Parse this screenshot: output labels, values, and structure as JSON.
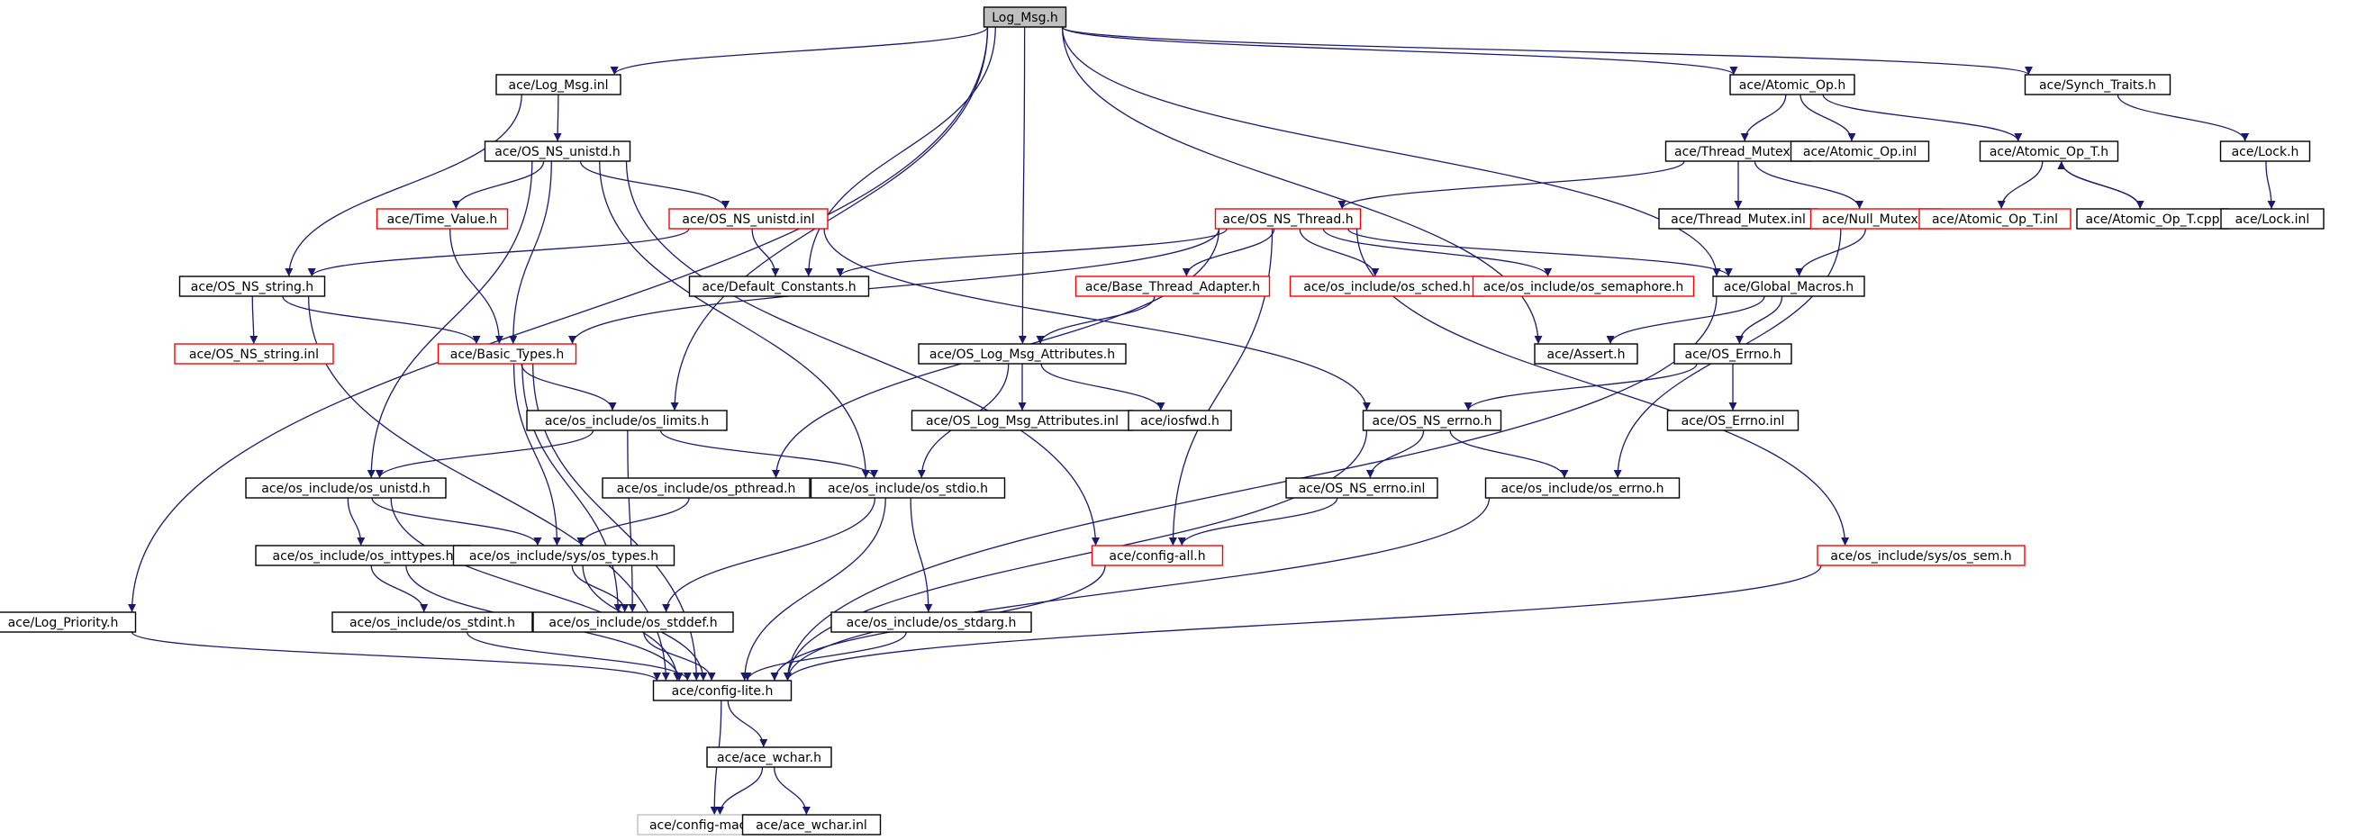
{
  "colors": {
    "edge": "#191970",
    "border_normal": "#000000",
    "border_truncated": "#ff0000",
    "border_undocumented": "#bfbfbf",
    "root_fill": "#bfbfbf",
    "fill": "#ffffff"
  },
  "nodes": [
    {
      "id": "n0",
      "label": "Log_Msg.h",
      "style": "root"
    },
    {
      "id": "n1",
      "label": "ace/Log_Msg.inl",
      "style": "normal"
    },
    {
      "id": "n2",
      "label": "ace/Atomic_Op.h",
      "style": "normal"
    },
    {
      "id": "n3",
      "label": "ace/Synch_Traits.h",
      "style": "normal"
    },
    {
      "id": "n4",
      "label": "ace/OS_NS_unistd.h",
      "style": "normal"
    },
    {
      "id": "n5",
      "label": "ace/Thread_Mutex.h",
      "style": "normal"
    },
    {
      "id": "n6",
      "label": "ace/Atomic_Op.inl",
      "style": "normal"
    },
    {
      "id": "n7",
      "label": "ace/Atomic_Op_T.h",
      "style": "normal"
    },
    {
      "id": "n8",
      "label": "ace/Lock.h",
      "style": "normal"
    },
    {
      "id": "n9",
      "label": "ace/Time_Value.h",
      "style": "truncated"
    },
    {
      "id": "n10",
      "label": "ace/OS_NS_unistd.inl",
      "style": "truncated"
    },
    {
      "id": "n11",
      "label": "ace/OS_NS_Thread.h",
      "style": "truncated"
    },
    {
      "id": "n12",
      "label": "ace/Thread_Mutex.inl",
      "style": "normal"
    },
    {
      "id": "n13",
      "label": "ace/Null_Mutex.h",
      "style": "truncated"
    },
    {
      "id": "n14",
      "label": "ace/Atomic_Op_T.inl",
      "style": "truncated"
    },
    {
      "id": "n15",
      "label": "ace/Atomic_Op_T.cpp",
      "style": "normal"
    },
    {
      "id": "n16",
      "label": "ace/Lock.inl",
      "style": "normal"
    },
    {
      "id": "n17",
      "label": "ace/OS_NS_string.h",
      "style": "normal"
    },
    {
      "id": "n18",
      "label": "ace/Default_Constants.h",
      "style": "normal"
    },
    {
      "id": "n19",
      "label": "ace/Base_Thread_Adapter.h",
      "style": "truncated"
    },
    {
      "id": "n20",
      "label": "ace/os_include/os_sched.h",
      "style": "truncated"
    },
    {
      "id": "n21",
      "label": "ace/os_include/os_semaphore.h",
      "style": "truncated"
    },
    {
      "id": "n22",
      "label": "ace/Global_Macros.h",
      "style": "normal"
    },
    {
      "id": "n23",
      "label": "ace/OS_NS_string.inl",
      "style": "truncated"
    },
    {
      "id": "n24",
      "label": "ace/Basic_Types.h",
      "style": "truncated"
    },
    {
      "id": "n25",
      "label": "ace/OS_Log_Msg_Attributes.h",
      "style": "normal"
    },
    {
      "id": "n26",
      "label": "ace/Assert.h",
      "style": "normal"
    },
    {
      "id": "n27",
      "label": "ace/OS_Errno.h",
      "style": "normal"
    },
    {
      "id": "n28",
      "label": "ace/os_include/os_limits.h",
      "style": "normal"
    },
    {
      "id": "n29",
      "label": "ace/OS_Log_Msg_Attributes.inl",
      "style": "normal"
    },
    {
      "id": "n30",
      "label": "ace/iosfwd.h",
      "style": "normal"
    },
    {
      "id": "n31",
      "label": "ace/OS_NS_errno.h",
      "style": "normal"
    },
    {
      "id": "n32",
      "label": "ace/OS_Errno.inl",
      "style": "normal"
    },
    {
      "id": "n33",
      "label": "ace/os_include/os_unistd.h",
      "style": "normal"
    },
    {
      "id": "n34",
      "label": "ace/os_include/os_pthread.h",
      "style": "normal"
    },
    {
      "id": "n35",
      "label": "ace/os_include/os_stdio.h",
      "style": "normal"
    },
    {
      "id": "n36",
      "label": "ace/OS_NS_errno.inl",
      "style": "normal"
    },
    {
      "id": "n37",
      "label": "ace/os_include/os_errno.h",
      "style": "normal"
    },
    {
      "id": "n38",
      "label": "ace/os_include/os_inttypes.h",
      "style": "normal"
    },
    {
      "id": "n39",
      "label": "ace/os_include/sys/os_types.h",
      "style": "normal"
    },
    {
      "id": "n40",
      "label": "ace/config-all.h",
      "style": "truncated"
    },
    {
      "id": "n41",
      "label": "ace/os_include/sys/os_sem.h",
      "style": "truncated"
    },
    {
      "id": "n42",
      "label": "ace/Log_Priority.h",
      "style": "normal"
    },
    {
      "id": "n43",
      "label": "ace/os_include/os_stdint.h",
      "style": "normal"
    },
    {
      "id": "n44",
      "label": "ace/os_include/os_stddef.h",
      "style": "normal"
    },
    {
      "id": "n45",
      "label": "ace/os_include/os_stdarg.h",
      "style": "normal"
    },
    {
      "id": "n46",
      "label": "ace/config-lite.h",
      "style": "normal"
    },
    {
      "id": "n47",
      "label": "ace/ace_wchar.h",
      "style": "normal"
    },
    {
      "id": "n48",
      "label": "ace/config-macros.h",
      "style": "undocumented"
    },
    {
      "id": "n49",
      "label": "ace/ace_wchar.inl",
      "style": "normal"
    }
  ],
  "edges": [
    [
      "n0",
      "n1"
    ],
    [
      "n0",
      "n2"
    ],
    [
      "n0",
      "n3"
    ],
    [
      "n0",
      "n42"
    ],
    [
      "n0",
      "n18"
    ],
    [
      "n0",
      "n25"
    ],
    [
      "n0",
      "n26"
    ],
    [
      "n0",
      "n28"
    ],
    [
      "n0",
      "n22"
    ],
    [
      "n1",
      "n4"
    ],
    [
      "n1",
      "n17"
    ],
    [
      "n4",
      "n9"
    ],
    [
      "n4",
      "n10"
    ],
    [
      "n4",
      "n24"
    ],
    [
      "n4",
      "n33"
    ],
    [
      "n4",
      "n35"
    ],
    [
      "n4",
      "n40"
    ],
    [
      "n9",
      "n24"
    ],
    [
      "n10",
      "n17"
    ],
    [
      "n10",
      "n18"
    ],
    [
      "n10",
      "n31"
    ],
    [
      "n17",
      "n23"
    ],
    [
      "n17",
      "n24"
    ],
    [
      "n17",
      "n46"
    ],
    [
      "n2",
      "n5"
    ],
    [
      "n2",
      "n6"
    ],
    [
      "n2",
      "n7"
    ],
    [
      "n5",
      "n11"
    ],
    [
      "n5",
      "n12"
    ],
    [
      "n5",
      "n13"
    ],
    [
      "n7",
      "n14"
    ],
    [
      "n7",
      "n15"
    ],
    [
      "n15",
      "n7"
    ],
    [
      "n3",
      "n8"
    ],
    [
      "n8",
      "n16"
    ],
    [
      "n13",
      "n22"
    ],
    [
      "n13",
      "n37"
    ],
    [
      "n11",
      "n18"
    ],
    [
      "n11",
      "n19"
    ],
    [
      "n11",
      "n20"
    ],
    [
      "n11",
      "n21"
    ],
    [
      "n11",
      "n22"
    ],
    [
      "n11",
      "n24"
    ],
    [
      "n11",
      "n34"
    ],
    [
      "n11",
      "n40"
    ],
    [
      "n11",
      "n41"
    ],
    [
      "n19",
      "n25"
    ],
    [
      "n22",
      "n26"
    ],
    [
      "n22",
      "n27"
    ],
    [
      "n22",
      "n46"
    ],
    [
      "n27",
      "n32"
    ],
    [
      "n27",
      "n31"
    ],
    [
      "n25",
      "n29"
    ],
    [
      "n25",
      "n30"
    ],
    [
      "n25",
      "n35"
    ],
    [
      "n24",
      "n28"
    ],
    [
      "n24",
      "n39"
    ],
    [
      "n24",
      "n46"
    ],
    [
      "n24",
      "n44"
    ],
    [
      "n28",
      "n33"
    ],
    [
      "n28",
      "n35"
    ],
    [
      "n28",
      "n44"
    ],
    [
      "n31",
      "n36"
    ],
    [
      "n31",
      "n37"
    ],
    [
      "n31",
      "n46"
    ],
    [
      "n36",
      "n40"
    ],
    [
      "n33",
      "n38"
    ],
    [
      "n33",
      "n39"
    ],
    [
      "n33",
      "n46"
    ],
    [
      "n34",
      "n39"
    ],
    [
      "n35",
      "n44"
    ],
    [
      "n35",
      "n45"
    ],
    [
      "n35",
      "n46"
    ],
    [
      "n38",
      "n43"
    ],
    [
      "n38",
      "n46"
    ],
    [
      "n39",
      "n44"
    ],
    [
      "n39",
      "n46"
    ],
    [
      "n43",
      "n46"
    ],
    [
      "n44",
      "n46"
    ],
    [
      "n45",
      "n46"
    ],
    [
      "n37",
      "n46"
    ],
    [
      "n40",
      "n46"
    ],
    [
      "n41",
      "n46"
    ],
    [
      "n42",
      "n46"
    ],
    [
      "n46",
      "n47"
    ],
    [
      "n46",
      "n48"
    ],
    [
      "n47",
      "n48"
    ],
    [
      "n47",
      "n49"
    ]
  ]
}
